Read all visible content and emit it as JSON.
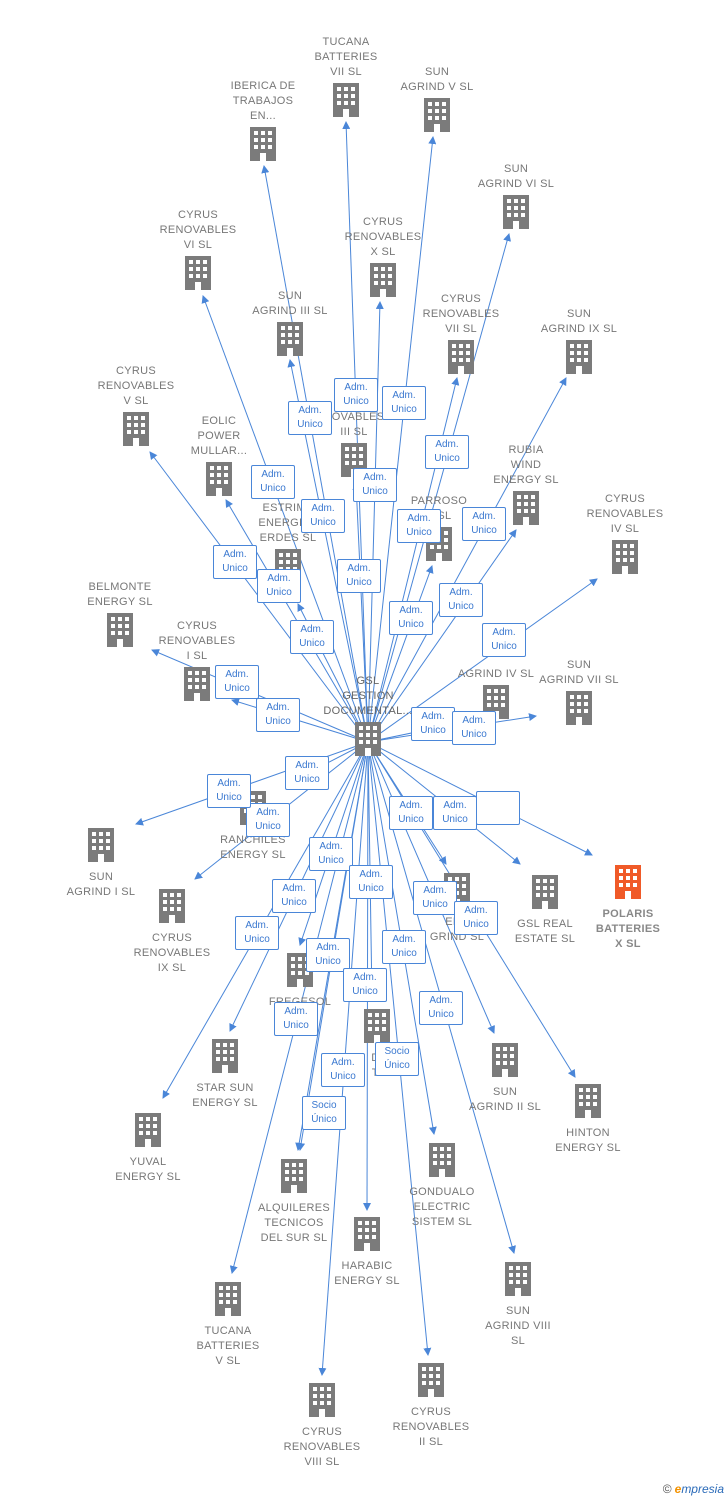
{
  "colors": {
    "edge": "#4a86d8",
    "building": "#7b7b7b",
    "building_highlight": "#f05a28",
    "label": "#777777"
  },
  "center": {
    "id": "gsl",
    "label": "GSL\nGESTION\nDOCUMENTAL..."
  },
  "target_label": "POLARIS\nBATTERIES\nX  SL",
  "nodes": [
    {
      "id": "tucana7",
      "label": "TUCANA\nBATTERIES\nVII  SL",
      "kind": "company"
    },
    {
      "id": "sun5",
      "label": "SUN\nAGRIND V  SL",
      "kind": "company"
    },
    {
      "id": "iberica",
      "label": "IBERICA DE\nTRABAJOS\nEN...",
      "kind": "company"
    },
    {
      "id": "sun6",
      "label": "SUN\nAGRIND VI  SL",
      "kind": "company"
    },
    {
      "id": "cyrus6",
      "label": "CYRUS\nRENOVABLES\nVI  SL",
      "kind": "company"
    },
    {
      "id": "cyrusx",
      "label": "CYRUS\nRENOVABLES\nX  SL",
      "kind": "company"
    },
    {
      "id": "sun3",
      "label": "SUN\nAGRIND III  SL",
      "kind": "company"
    },
    {
      "id": "cyrus7",
      "label": "CYRUS\nRENOVABLES\nVII  SL",
      "kind": "company"
    },
    {
      "id": "sun9",
      "label": "SUN\nAGRIND IX  SL",
      "kind": "company"
    },
    {
      "id": "cyrus5",
      "label": "CYRUS\nRENOVABLES\nV  SL",
      "kind": "company"
    },
    {
      "id": "eolic",
      "label": "EOLIC\nPOWER\nMULLAR...",
      "kind": "company"
    },
    {
      "id": "cyrus3",
      "label": "NOVABLES\nIII  SL",
      "kind": "company"
    },
    {
      "id": "rubia",
      "label": "RUBIA\nWIND\nENERGY  SL",
      "kind": "company"
    },
    {
      "id": "parroso",
      "label": "PARROSO\nY  SL",
      "kind": "company"
    },
    {
      "id": "estrima",
      "label": "ESTRIMA\nENERGIAS\nERDES  SL",
      "kind": "company"
    },
    {
      "id": "cyrus4",
      "label": "CYRUS\nRENOVABLES\nIV  SL",
      "kind": "company"
    },
    {
      "id": "belmonte",
      "label": "BELMONTE\nENERGY  SL",
      "kind": "company"
    },
    {
      "id": "cyrus1",
      "label": "CYRUS\nRENOVABLES\nI  SL",
      "kind": "company"
    },
    {
      "id": "sun4",
      "label": "AGRIND IV  SL",
      "kind": "company"
    },
    {
      "id": "sun7",
      "label": "SUN\nAGRIND VII  SL",
      "kind": "company"
    },
    {
      "id": "ranchiles",
      "label": "RANCHILES\nENERGY  SL",
      "kind": "company"
    },
    {
      "id": "sun1",
      "label": "SUN\nAGRIND I  SL",
      "kind": "company"
    },
    {
      "id": "cyrus9",
      "label": "CYRUS\nRENOVABLES\nIX  SL",
      "kind": "company"
    },
    {
      "id": "ene",
      "label": "ENE\nGRIND  SL",
      "kind": "company"
    },
    {
      "id": "gslreal",
      "label": "GSL REAL\nESTATE  SL",
      "kind": "company"
    },
    {
      "id": "fregesol",
      "label": "FREGESOL\nEN  SL",
      "kind": "company"
    },
    {
      "id": "ti",
      "label": "DI\nTI",
      "kind": "company"
    },
    {
      "id": "starsun",
      "label": "STAR SUN\nENERGY  SL",
      "kind": "company"
    },
    {
      "id": "sun2",
      "label": "SUN\nAGRIND II  SL",
      "kind": "company"
    },
    {
      "id": "hinton",
      "label": "HINTON\nENERGY  SL",
      "kind": "company"
    },
    {
      "id": "yuval",
      "label": "YUVAL\nENERGY  SL",
      "kind": "company"
    },
    {
      "id": "alquileres",
      "label": "ALQUILERES\nTECNICOS\nDEL SUR SL",
      "kind": "company"
    },
    {
      "id": "gondualo",
      "label": "GONDUALO\nELECTRIC\nSISTEM  SL",
      "kind": "company"
    },
    {
      "id": "harabic",
      "label": "HARABIC\nENERGY  SL",
      "kind": "company"
    },
    {
      "id": "sun8",
      "label": "SUN\nAGRIND VIII\nSL",
      "kind": "company"
    },
    {
      "id": "tucana5",
      "label": "TUCANA\nBATTERIES\nV  SL",
      "kind": "company"
    },
    {
      "id": "cyrus8",
      "label": "CYRUS\nRENOVABLES\nVIII  SL",
      "kind": "company"
    },
    {
      "id": "cyrus2",
      "label": "CYRUS\nRENOVABLES\nII  SL",
      "kind": "company"
    }
  ],
  "edge_labels": [
    "Adm.\nUnico",
    "Adm.\nUnico",
    "Adm.\nUnico",
    "Adm.\nUnico",
    "Adm.\nUnico",
    "Adm.\nUnico",
    "Adm.\nUnico",
    "Adm.\nUnico",
    "Adm.\nUnico",
    "Adm.\nUnico",
    "Adm.\nUnico",
    "Adm.\nUnico",
    "Adm.\nUnico",
    "Adm.\nUnico",
    "Adm.\nUnico",
    "Adm.\nUnico",
    "Adm.\nUnico",
    "Adm.\nUnico",
    "Adm.\nUnico",
    "Adm.\nUnico",
    "Adm.\nUnico",
    "Adm.\nUnico",
    "Adm.\nUnico",
    "Adm.\nUnico",
    "Adm.\nUnico",
    "Adm.\nUnico",
    "Adm.\nUnico",
    "Adm.\nUnico",
    "Adm.\nUnico",
    "Adm.\nUnico",
    "Adm.\nUnico",
    "Adm.\nUnico",
    "Adm.\nUnico",
    "Adm.\nUnico",
    "Adm.\nUnico",
    "Adm.\nUnico",
    "Adm.\nUnico",
    "Socio\nÚnico"
  ],
  "brand": {
    "copyright": "©",
    "first_letter": "e",
    "rest": "mpresia"
  }
}
